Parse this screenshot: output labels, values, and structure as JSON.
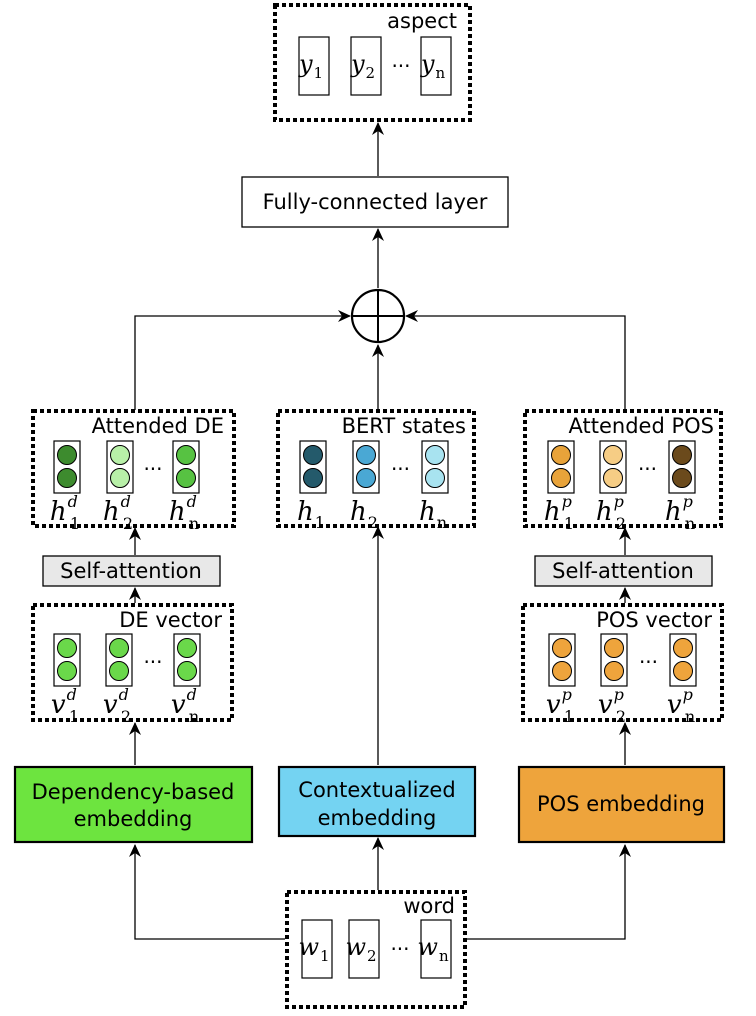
{
  "diagram": {
    "top": {
      "label": "aspect",
      "items": [
        "y",
        "y",
        "y"
      ],
      "subscripts": [
        "1",
        "2",
        "n"
      ]
    },
    "fc_layer": {
      "label": "Fully-connected layer"
    },
    "concat": {
      "icon": "circled-plus-icon"
    },
    "attended_de": {
      "label": "Attended DE",
      "base": "h",
      "superscript": "d",
      "subscripts": [
        "1",
        "2",
        "n"
      ],
      "colors": [
        [
          "#3d8b2e",
          "#3d8b2e"
        ],
        [
          "#b8f0a8",
          "#b8f0a8"
        ],
        [
          "#57c242",
          "#57c242"
        ]
      ]
    },
    "bert_states": {
      "label": "BERT states",
      "base": "h",
      "superscript": "",
      "subscripts": [
        "1",
        "2",
        "n"
      ],
      "colors": [
        [
          "#245a6b",
          "#245a6b"
        ],
        [
          "#4aa8d4",
          "#4aa8d4"
        ],
        [
          "#a8e3f0",
          "#a8e3f0"
        ]
      ]
    },
    "attended_pos": {
      "label": "Attended POS",
      "base": "h",
      "superscript": "p",
      "subscripts": [
        "1",
        "2",
        "n"
      ],
      "colors": [
        [
          "#e8a33a",
          "#e8a33a"
        ],
        [
          "#f6cd85",
          "#f6cd85"
        ],
        [
          "#6b4a1c",
          "#6b4a1c"
        ]
      ]
    },
    "self_attention_left": {
      "label": "Self-attention"
    },
    "self_attention_right": {
      "label": "Self-attention"
    },
    "de_vector": {
      "label": "DE vector",
      "base": "v",
      "superscript": "d",
      "subscripts": [
        "1",
        "2",
        "n"
      ],
      "colors": [
        [
          "#6ad84a",
          "#6ad84a"
        ],
        [
          "#6ad84a",
          "#6ad84a"
        ],
        [
          "#6ad84a",
          "#6ad84a"
        ]
      ]
    },
    "pos_vector": {
      "label": "POS vector",
      "base": "v",
      "superscript": "p",
      "subscripts": [
        "1",
        "2",
        "n"
      ],
      "colors": [
        [
          "#eea43c",
          "#eea43c"
        ],
        [
          "#eea43c",
          "#eea43c"
        ],
        [
          "#eea43c",
          "#eea43c"
        ]
      ]
    },
    "dep_embedding": {
      "label_line1": "Dependency-based",
      "label_line2": "embedding",
      "color": "#6de43f"
    },
    "ctx_embedding": {
      "label_line1": "Contextualized",
      "label_line2": "embedding",
      "color": "#74d3f2"
    },
    "pos_embedding": {
      "label_line1": "POS embedding",
      "color": "#eea43c"
    },
    "word": {
      "label": "word",
      "items": [
        "w",
        "w",
        "w"
      ],
      "subscripts": [
        "1",
        "2",
        "n"
      ]
    },
    "ellipsis": "···",
    "colors": {
      "stroke": "#000000",
      "self_attention_fill": "#e8e8e8"
    }
  }
}
